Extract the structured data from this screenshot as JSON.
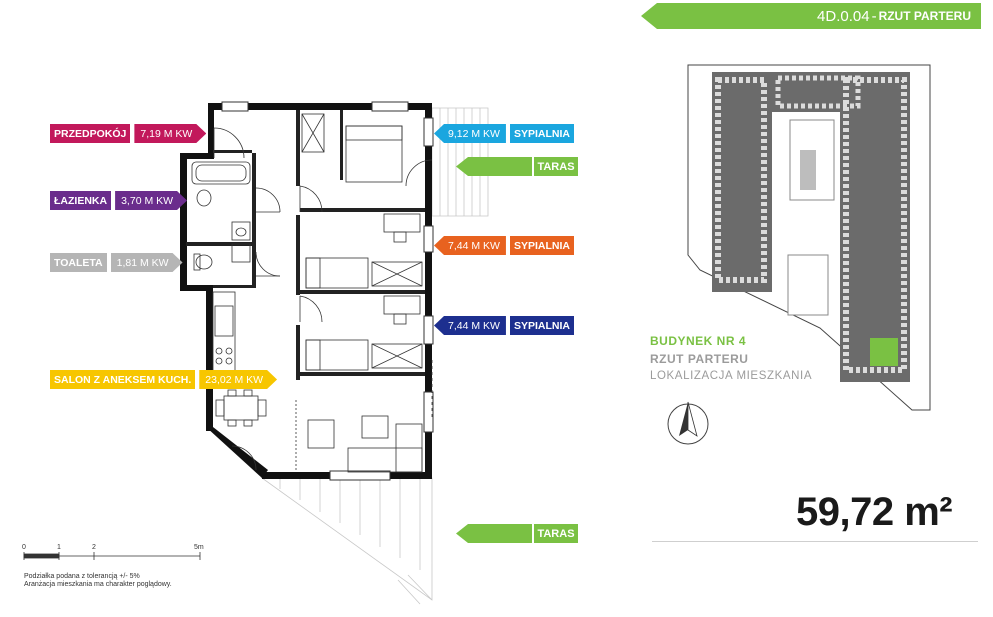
{
  "header": {
    "apartment_code": "4D.0.04",
    "separator": "-",
    "view_label": "RZUT PARTERU",
    "color": "#7ac143"
  },
  "rooms": [
    {
      "name": "PRZEDPOKÓJ",
      "area": "7,19 M KW",
      "color": "#c2185b",
      "side": "left"
    },
    {
      "name": "ŁAZIENKA",
      "area": "3,70 M KW",
      "color": "#6a2c8c",
      "side": "left"
    },
    {
      "name": "TOALETA",
      "area": "1,81 M KW",
      "color": "#b5b5b5",
      "side": "left"
    },
    {
      "name": "SALON Z ANEKSEM KUCH.",
      "area": "23,02 M KW",
      "color": "#f7c600",
      "side": "left"
    },
    {
      "name": "SYPIALNIA",
      "area": "9,12 M KW",
      "color": "#1aa6df",
      "side": "right"
    },
    {
      "name": "SYPIALNIA",
      "area": "7,44 M KW",
      "color": "#e8621f",
      "side": "right"
    },
    {
      "name": "SYPIALNIA",
      "area": "7,44 M KW",
      "color": "#1d2f8f",
      "side": "right"
    }
  ],
  "terraces": [
    {
      "name": "TARAS",
      "color": "#7ac143"
    },
    {
      "name": "TARAS",
      "color": "#7ac143"
    }
  ],
  "scale_bar": {
    "ticks": [
      "0",
      "1",
      "2",
      "5m"
    ]
  },
  "notes": {
    "line1": "Podziałka podana z tolerancją +/- 5%",
    "line2": "Aranżacja mieszkania ma charakter poglądowy."
  },
  "building": {
    "name": "BUDYNEK NR 4",
    "view": "RZUT PARTERU",
    "location": "LOKALIZACJA MIESZKANIA"
  },
  "total_area": {
    "value": "59,72",
    "unit": "m²"
  },
  "icons": {
    "north_arrow": "north-arrow-icon"
  }
}
